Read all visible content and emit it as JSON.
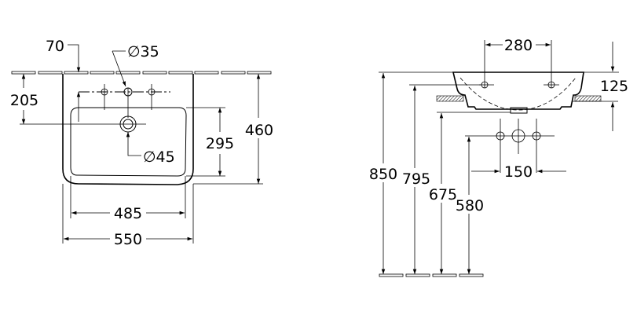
{
  "front_view": {
    "dimensions": {
      "tap_offset": "70",
      "tap_hole_diameter": "∅35",
      "drain_depth": "205",
      "drain_diameter": "∅45",
      "bowl_depth": "295",
      "overall_depth": "460",
      "bowl_width": "485",
      "overall_width": "550"
    }
  },
  "side_view": {
    "dimensions": {
      "hole_spacing": "280",
      "basin_height": "125",
      "rim_height": "850",
      "tap_height": "795",
      "siphon_height": "675",
      "supply_height": "580",
      "supply_spacing": "150"
    }
  }
}
